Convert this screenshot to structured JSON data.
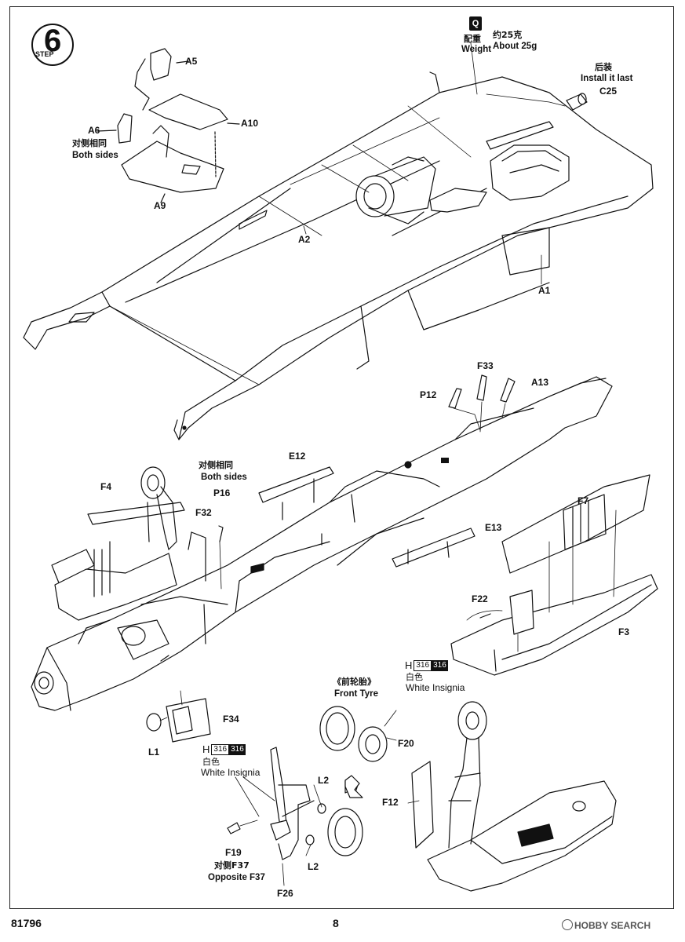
{
  "step": {
    "number": "6",
    "word": "STEP"
  },
  "weight": {
    "icon_letter": "Q",
    "label_cn": "配重",
    "label_en": "Weight",
    "amount_cn": "约25克",
    "amount_en": "About 25g"
  },
  "install_last": {
    "cn": "后装",
    "en": "Install it last",
    "part": "C25"
  },
  "parts_top": {
    "a5": "A5",
    "a6": "A6",
    "a10": "A10",
    "a9": "A9",
    "a2": "A2",
    "a1": "A1",
    "both_sides_cn": "对侧相同",
    "both_sides_en": "Both sides"
  },
  "parts_mid": {
    "f33": "F33",
    "p12": "P12",
    "a13": "A13",
    "e12": "E12",
    "e13": "E13",
    "f4": "F4",
    "p16": "P16",
    "f32": "F32",
    "f7": "F7",
    "f22": "F22",
    "f3": "F3",
    "f34": "F34",
    "l1": "L1",
    "both_sides_cn": "对侧相同",
    "both_sides_en": "Both sides"
  },
  "parts_bottom": {
    "front_tyre_cn": "《前轮胎》",
    "front_tyre_en": "Front Tyre",
    "f20": "F20",
    "l2a": "L2",
    "l2b": "L2",
    "f19": "F19",
    "opposite_cn": "对侧F37",
    "opposite_en": "Opposite F37",
    "f26": "F26",
    "f12": "F12"
  },
  "insignia_right": {
    "letter": "H",
    "code_a": "316",
    "code_b": "316",
    "color_cn": "白色",
    "color_en": "White Insignia"
  },
  "insignia_left": {
    "letter": "H",
    "code_a": "316",
    "code_b": "316",
    "color_cn": "白色",
    "color_en": "White Insignia"
  },
  "footer": {
    "code": "81796",
    "page": "8",
    "watermark": "HOBBY SEARCH"
  }
}
